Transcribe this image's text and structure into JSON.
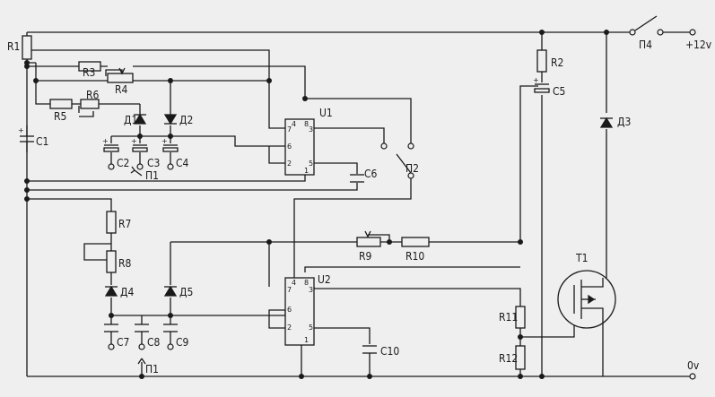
{
  "rails": {
    "supply": "+12v",
    "ground": "0v"
  },
  "resistors": {
    "r1": "R1",
    "r2": "R2",
    "r3": "R3",
    "r4": "R4",
    "r5": "R5",
    "r6": "R6",
    "r7": "R7",
    "r8": "R8",
    "r9": "R9",
    "r10": "R10",
    "r11": "R11",
    "r12": "R12"
  },
  "capacitors": {
    "c1": "C1",
    "c2": "C2",
    "c3": "C3",
    "c4": "C4",
    "c5": "C5",
    "c6": "C6",
    "c7": "C7",
    "c8": "C8",
    "c9": "C9",
    "c10": "C10"
  },
  "diodes": {
    "d1": "Д1",
    "d2": "Д2",
    "d3": "Д3",
    "d4": "Д4",
    "d5": "Д5"
  },
  "switches": {
    "p1_top": "П1",
    "p1_bottom": "П1",
    "p2": "П2",
    "p4": "П4"
  },
  "ics": {
    "u1": "U1",
    "u2": "U2"
  },
  "transistor": "T1",
  "pins": {
    "u1": {
      "p4": "4",
      "p8": "8",
      "p7": "7",
      "p3": "3",
      "p6": "6",
      "p2": "2",
      "p5": "5",
      "p1": "1"
    },
    "u2": {
      "p4": "4",
      "p8": "8",
      "p7": "7",
      "p3": "3",
      "p6": "6",
      "p2": "2",
      "p5": "5",
      "p1": "1"
    }
  }
}
